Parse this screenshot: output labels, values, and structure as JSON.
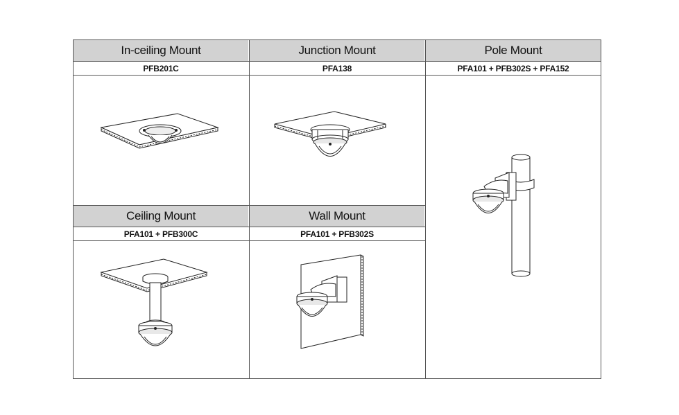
{
  "mounts": {
    "in_ceiling": {
      "title": "In-ceiling Mount",
      "model": "PFB201C"
    },
    "junction": {
      "title": "Junction Mount",
      "model": "PFA138"
    },
    "pole": {
      "title": "Pole Mount",
      "model": "PFA101 + PFB302S + PFA152"
    },
    "ceiling": {
      "title": "Ceiling Mount",
      "model": "PFA101 + PFB300C"
    },
    "wall": {
      "title": "Wall Mount",
      "model": "PFA101 + PFB302S"
    }
  }
}
